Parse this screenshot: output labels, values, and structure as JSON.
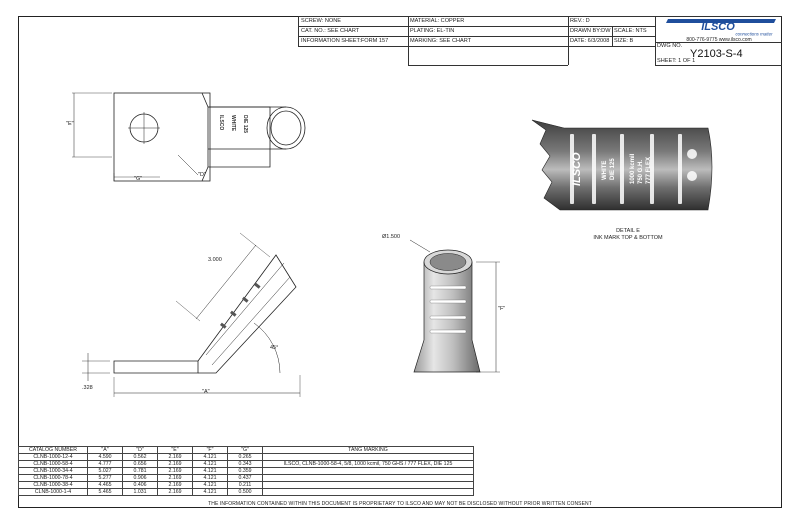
{
  "title_block": {
    "screw": "SCREW:  NONE",
    "cat_no": "CAT. NO.: SEE CHART",
    "info_sheet": "INFORMATION SHEET:FORM 157",
    "material": "MATERIAL:  COPPER",
    "plating": "PLATING:  EL-TIN",
    "marking": "MARKING:  SEE CHART",
    "rev": "REV.:  D",
    "drawn_by": "DRAWN BY:DW",
    "scale": "SCALE:  NTS",
    "date": "DATE: 6/3/2008",
    "size": "SIZE:  B",
    "dwg_no_label": "DWG NO.",
    "dwg_no": "Y2103-S-4",
    "sheet": "SHEET:  1 OF 1"
  },
  "brand": {
    "logo_text": "ILSCO",
    "tagline": "connections matter",
    "contact": "800-776-9775  www.ilsco.com"
  },
  "dimensions": {
    "e": "\"E\"",
    "g": "\"G\"",
    "d": "\"D\"",
    "length": "3.000",
    "angle": "45°",
    "thickness": ".328",
    "a": "\"A\"",
    "diameter": "Ø1.500",
    "f": "\"F\""
  },
  "barrel_marking": {
    "line1": "ILSCO",
    "line2": "WHITE",
    "line3": "DIE 125",
    "line4": "1000 kcmil",
    "line5": "750 G.H.",
    "line6": "777 FLEX"
  },
  "detail": {
    "title": "DETAIL  E",
    "subtitle": "INK MARK TOP & BOTTOM"
  },
  "catalog": {
    "headers": [
      "CATALOG NUMBER",
      "\"A\"",
      "\"D\"",
      "\"E\"",
      "\"F\"",
      "\"G\"",
      "TANG MARKING"
    ],
    "rows": [
      [
        "CLNB-1000-12-4",
        "4.590",
        "0.562",
        "2.169",
        "4.121",
        "0.265",
        ""
      ],
      [
        "CLNB-1000-58-4",
        "4.777",
        "0.656",
        "2.169",
        "4.121",
        "0.343",
        "ILSCO, CLNB-1000-58-4, 5/8, 1000 kcmil, 750 GHS / 777 FLEX, DIE 125"
      ],
      [
        "CLNB-1000-34-4",
        "5.027",
        "0.781",
        "2.169",
        "4.121",
        "0.359",
        ""
      ],
      [
        "CLNB-1000-78-4",
        "5.277",
        "0.906",
        "2.169",
        "4.121",
        "0.437",
        ""
      ],
      [
        "CLNB-1000-38-4",
        "4.465",
        "0.406",
        "2.169",
        "4.121",
        "0.211",
        ""
      ],
      [
        "CLNB-1000-1-4",
        "5.465",
        "1.031",
        "2.169",
        "4.121",
        "0.500",
        ""
      ]
    ]
  },
  "notice": "THE INFORMATION CONTAINED WITHIN THIS DOCUMENT IS PROPRIETARY TO ILSCO AND MAY NOT BE DISCLOSED WITHOUT PRIOR WRITTEN CONSENT",
  "colors": {
    "brand_blue": "#1f4e9c",
    "barrel_dark": "#555555",
    "barrel_light": "#bbbbbb"
  }
}
